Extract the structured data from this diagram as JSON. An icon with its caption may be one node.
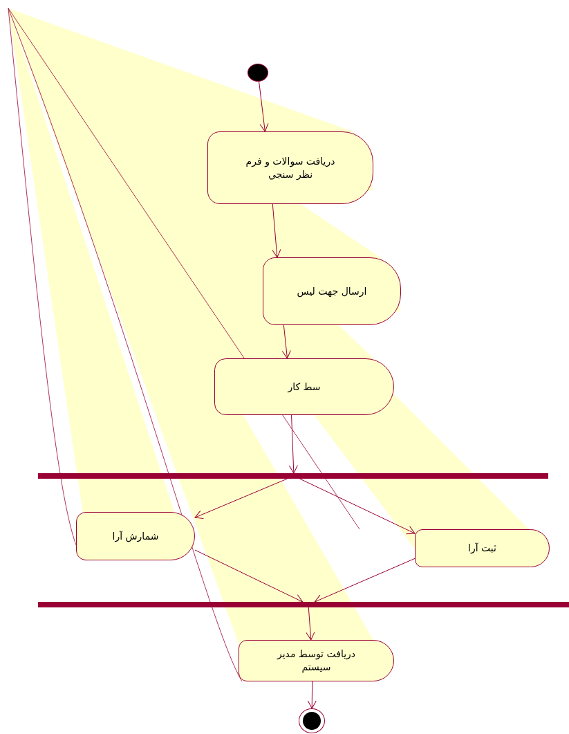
{
  "diagram": {
    "nodes": [
      {
        "text": [],
        "shape": "circle"
      },
      {
        "text": [
          "دريافت سوالات و فرم نظر سنجي"
        ]
      },
      {
        "text": [
          "ارسال جهت ليس"
        ]
      },
      {
        "text": [
          "سط کار"
        ]
      },
      {
        "text": [],
        "shape": "bar"
      },
      {
        "text": [
          "شمارش آرا"
        ]
      },
      {
        "text": [
          "ثبت آرا"
        ]
      },
      {
        "text": [],
        "shape": "bar"
      },
      {
        "text": [
          "دريافت توسط مدير سيستم"
        ]
      },
      {
        "text": [],
        "shape": "bullseye"
      }
    ],
    "edges": [
      {
        "from": 0,
        "to": 1,
        "arrow": "to"
      },
      {
        "from": 1,
        "to": 2,
        "arrow": "to"
      },
      {
        "from": 2,
        "to": 3,
        "arrow": "to"
      },
      {
        "from": 3,
        "to": 4,
        "arrow": "to"
      },
      {
        "from": 4,
        "to": 5,
        "arrow": "to"
      },
      {
        "from": 4,
        "to": 6,
        "arrow": "to"
      },
      {
        "from": 5,
        "to": 7,
        "arrow": "to"
      },
      {
        "from": 6,
        "to": 7,
        "arrow": "to"
      },
      {
        "from": 7,
        "to": 8,
        "arrow": "to"
      },
      {
        "from": 8,
        "to": 9,
        "arrow": "to"
      }
    ]
  }
}
